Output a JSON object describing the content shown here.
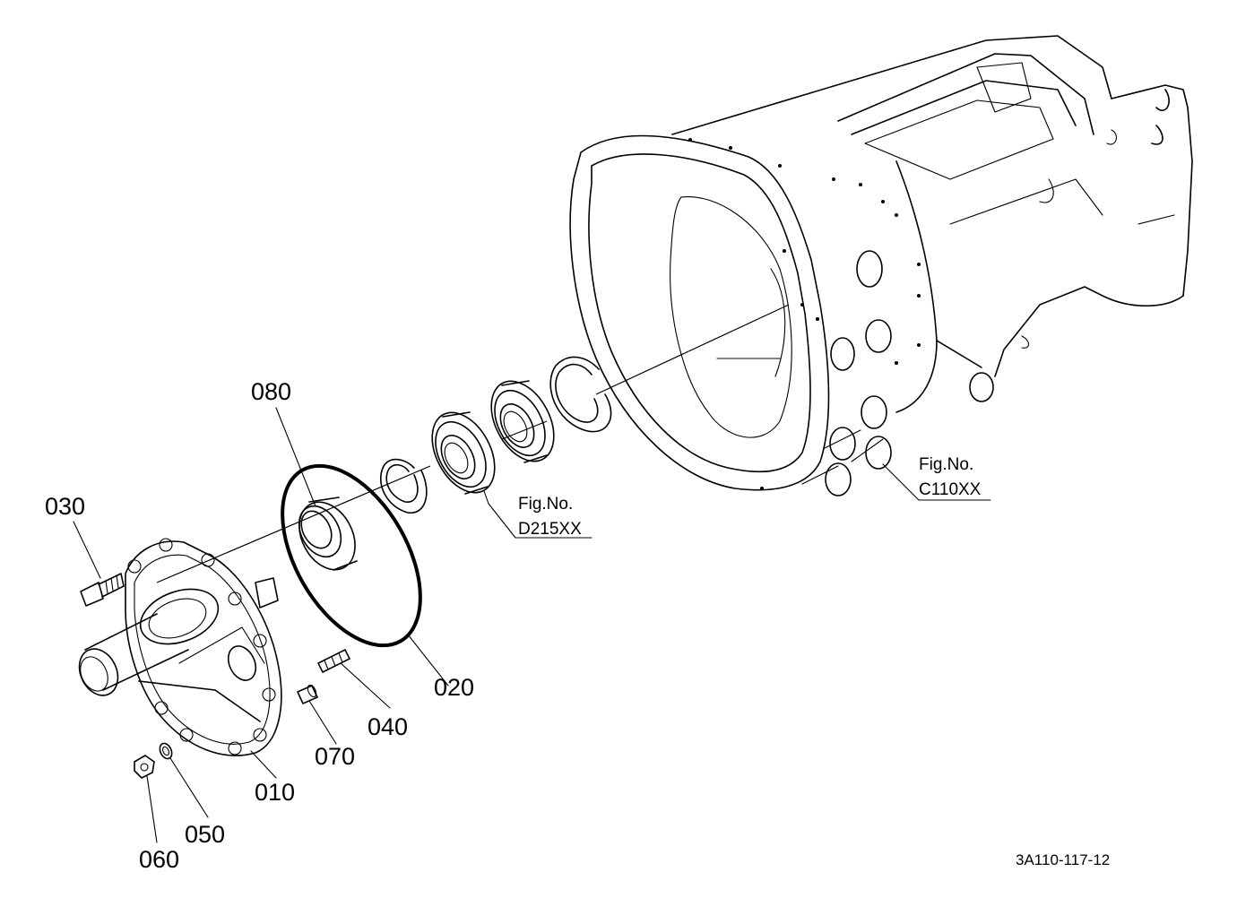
{
  "parts": [
    {
      "id": "p010",
      "label": "010"
    },
    {
      "id": "p020",
      "label": "020"
    },
    {
      "id": "p030",
      "label": "030"
    },
    {
      "id": "p040",
      "label": "040"
    },
    {
      "id": "p050",
      "label": "050"
    },
    {
      "id": "p060",
      "label": "060"
    },
    {
      "id": "p070",
      "label": "070"
    },
    {
      "id": "p080",
      "label": "080"
    }
  ],
  "refs": {
    "d215": {
      "prefix": "Fig.No.",
      "code": "D215XX"
    },
    "c110": {
      "prefix": "Fig.No.",
      "code": "C110XX"
    }
  },
  "drawing_code": "3A110-117-12"
}
